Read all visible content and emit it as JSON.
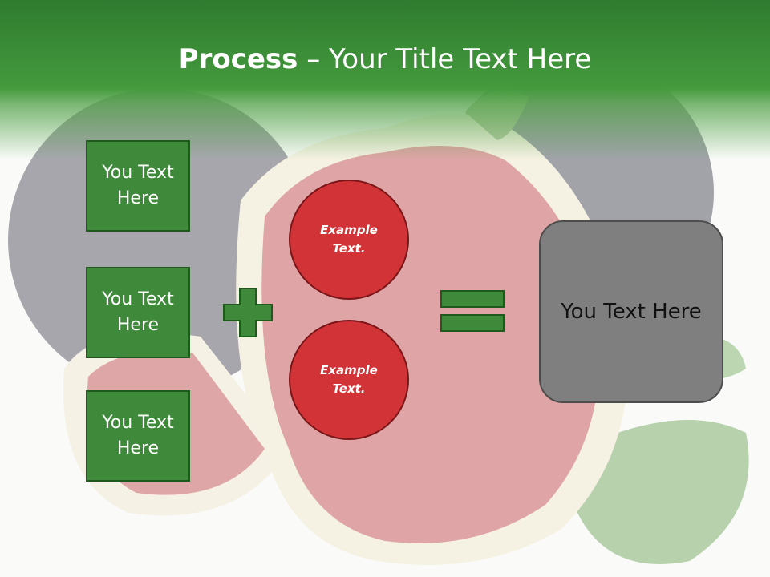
{
  "title": {
    "bold": "Process",
    "dash": " – ",
    "rest": "Your Title Text Here"
  },
  "left_boxes": [
    {
      "label": "You Text\nHere"
    },
    {
      "label": "You Text\nHere"
    },
    {
      "label": "You Text\nHere"
    }
  ],
  "circles": [
    {
      "label": "Example\nText."
    },
    {
      "label": "Example\nText."
    }
  ],
  "result_box": {
    "label": "You Text Here"
  },
  "colors": {
    "header_green": "#449a3d",
    "box_green": "#3f8a3a",
    "circle_red": "#d13336",
    "result_gray": "#7f7f7f"
  },
  "icons": {
    "operator_plus": "plus-icon",
    "operator_equals": "equals-icon"
  }
}
